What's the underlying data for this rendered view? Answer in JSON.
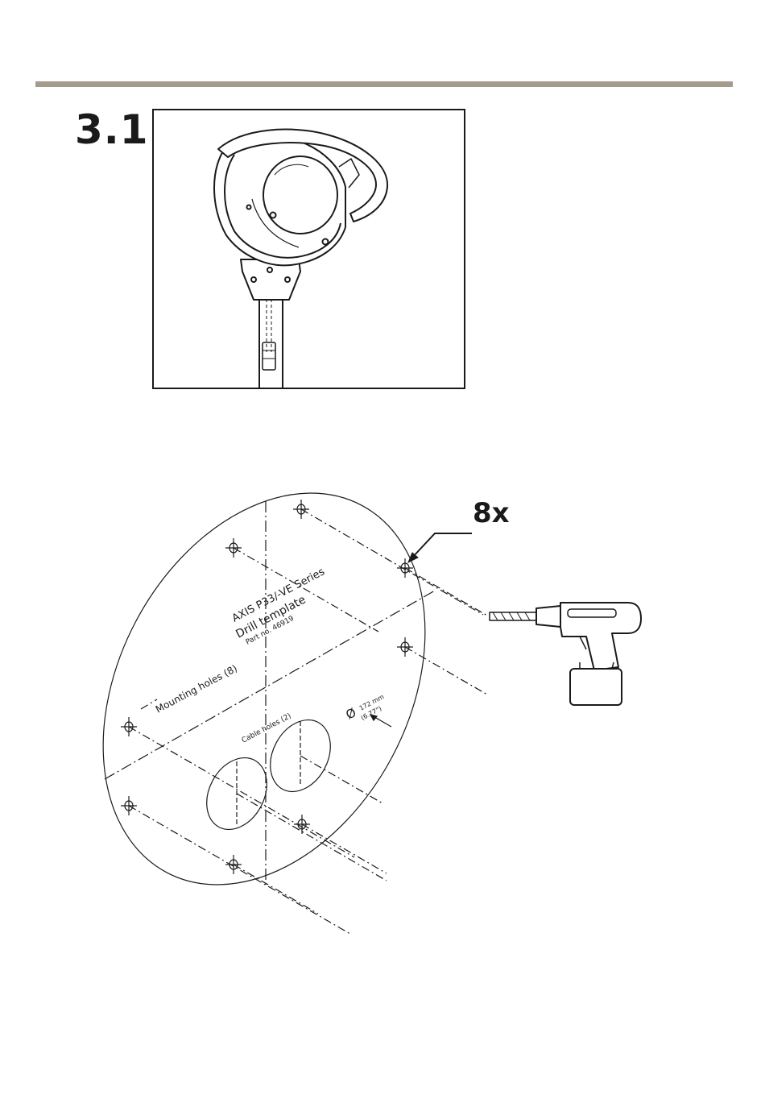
{
  "header": {
    "rule_color": "#a59a8e"
  },
  "step": {
    "number": "3.1"
  },
  "template": {
    "title_line1": "AXIS P33/-VE Series",
    "title_line2": "Drill template",
    "part_number": "Part no. 46919",
    "mounting_holes_label": "Mounting holes (8)",
    "cable_holes_label": "Cable holes (2)",
    "diameter_mm": "172 mm",
    "diameter_in": "(6.77\")",
    "diameter_symbol": "Ø"
  },
  "callout": {
    "count_label": "8x"
  },
  "icons": [
    "dome-camera-icon",
    "drill-icon",
    "drill-template-icon"
  ]
}
